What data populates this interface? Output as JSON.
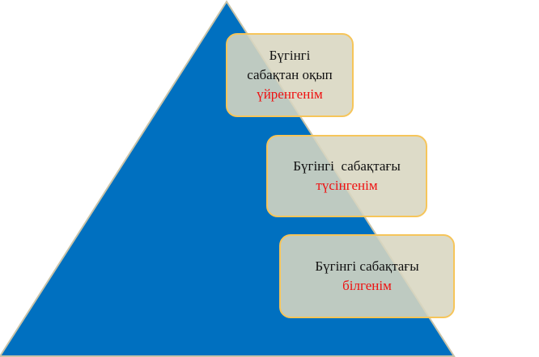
{
  "colors": {
    "triangle": "#0070c0",
    "highlight": "#ee1111",
    "box_border": "#f6c55a"
  },
  "levels": [
    {
      "lines": [
        "Бүгінгі",
        "сабақтан оқып"
      ],
      "highlight": "үйренгенім"
    },
    {
      "lines": [
        "Бүгінгі  сабақтағы"
      ],
      "highlight": "түсінгенім"
    },
    {
      "lines": [
        "Бүгінгі сабақтағы"
      ],
      "highlight": "білгенім"
    }
  ]
}
